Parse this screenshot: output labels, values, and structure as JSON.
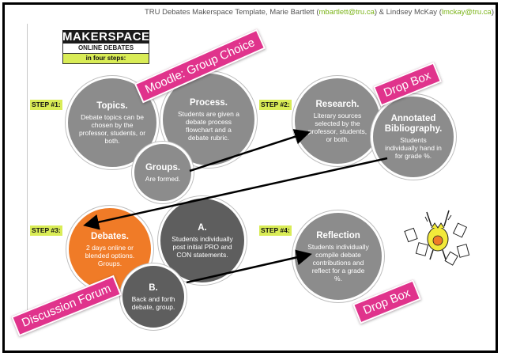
{
  "header": {
    "credit_prefix": "TRU Debates Makerspace Template, Marie Bartlett (",
    "email1": "mbartlett@tru.ca",
    "credit_mid": ") & Lindsey McKay (",
    "email2": "lmckay@tru.ca",
    "credit_suffix": ")"
  },
  "logo": {
    "line1": "MAKERSPACE",
    "line2": "ONLINE DEBATES",
    "line3": "in four steps:"
  },
  "steps": {
    "s1": "STEP #1:",
    "s2": "STEP #2:",
    "s3": "STEP #3:",
    "s4": "STEP #4:"
  },
  "banners": {
    "moodle": "Moodle: Group Choice",
    "dropbox1": "Drop Box",
    "discussion": "Discussion Forum",
    "dropbox2": "Drop Box"
  },
  "circles": {
    "topics": {
      "title": "Topics.",
      "text": "Debate topics can be chosen by the professor, students, or both."
    },
    "process": {
      "title": "Process.",
      "text": "Students are given a debate process flowchart and a debate rubric."
    },
    "groups": {
      "title": "Groups.",
      "text": "Are formed."
    },
    "research": {
      "title": "Research.",
      "text": "Literary sources selected by the professor, students, or both."
    },
    "annotated": {
      "title": "Annotated Bibliography.",
      "text": "Students individually hand in for grade %."
    },
    "debates": {
      "title": "Debates.",
      "text": "2 days online or blended options. Groups."
    },
    "a": {
      "title": "A.",
      "text": "Students individually post initial PRO and CON statements."
    },
    "b": {
      "title": "B.",
      "text": "Back and forth debate, group."
    },
    "reflection": {
      "title": "Reflection",
      "text": "Students individually compile debate contributions and reflect for a grade %."
    }
  },
  "colors": {
    "accent_pink": "#e0338c",
    "step_green": "#d9ec56",
    "orange": "#f07b27",
    "gray": "#8c8c8c",
    "dark_gray": "#5e5e5e"
  },
  "icons": {
    "clipart": "celebrating-person-with-papers-icon"
  }
}
